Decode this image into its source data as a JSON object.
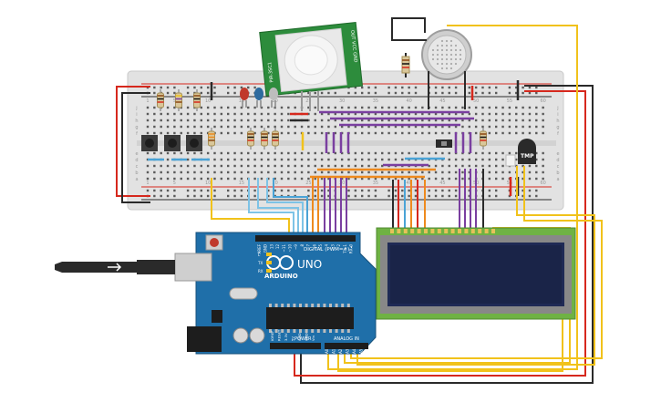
{
  "arduino": {
    "brand": "ARDUINO",
    "model": "UNO",
    "digital_label": "DIGITAL (PWM=~)",
    "power_label": "POWER",
    "analog_label": "ANALOG IN",
    "pins_top": [
      "AREF",
      "GND",
      "13",
      "12",
      "~11",
      "~10",
      "~9",
      "8",
      "7",
      "~6",
      "~5",
      "4",
      "~3",
      "2",
      "TX▸1",
      "RX◂0"
    ],
    "pins_power": [
      "IOREF",
      "RESET",
      "3.3V",
      "5V",
      "GND",
      "GND",
      "Vin"
    ],
    "pins_analog": [
      "A0",
      "A1",
      "A2",
      "A3",
      "A4",
      "A5"
    ],
    "leds": [
      "L",
      "TX",
      "RX"
    ]
  },
  "pir_sensor": {
    "top_label": "PIR-3SC1",
    "side_label": "OUT VCC GND"
  },
  "temp_sensor": {
    "label": "TMP"
  },
  "breadboard": {
    "row_letters": [
      "a",
      "b",
      "c",
      "d",
      "e",
      "f",
      "g",
      "h",
      "i",
      "j"
    ],
    "col_numbers": [
      "1",
      "5",
      "10",
      "15",
      "20",
      "25",
      "30",
      "35",
      "40",
      "45",
      "50",
      "55",
      "60"
    ]
  },
  "colors": {
    "breadboard": "#e4e4e4",
    "arduino": "#1f6fa9",
    "lcd_pcb": "#6fb244",
    "lcd_screen": "#1f2a55",
    "pir_pcb": "#2d8c3c",
    "wire_red": "#d6281d",
    "wire_black": "#2a2a2a",
    "wire_yellow": "#f1c21b",
    "wire_purple": "#7a3fa0",
    "wire_orange": "#ee8a1e",
    "wire_blue": "#4aa3d6",
    "wire_light_blue": "#7ec3e6"
  }
}
